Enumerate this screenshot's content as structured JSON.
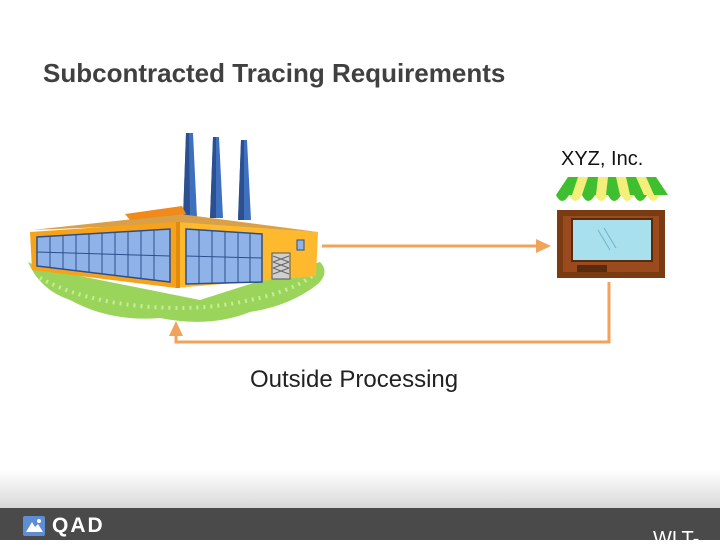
{
  "slide": {
    "title": "Subcontracted Tracing Requirements",
    "vendor_label": "XYZ, Inc.",
    "process_label": "Outside Processing"
  },
  "footer": {
    "logo_text": "QAD",
    "code": "WLT-"
  },
  "colors": {
    "arrow": "#f0a35a",
    "factory_wall": "#f7a21b",
    "factory_glass": "#8fb3e8",
    "smokestack": "#3f6fbf",
    "grass": "#9bd45a",
    "store_brown": "#7a3a12",
    "awning_green": "#3fbf2f",
    "awning_yellow": "#f4ef7a",
    "footer_bar": "#4a4a4a"
  },
  "icons": [
    "factory-icon",
    "storefront-icon",
    "qad-logo-icon"
  ]
}
